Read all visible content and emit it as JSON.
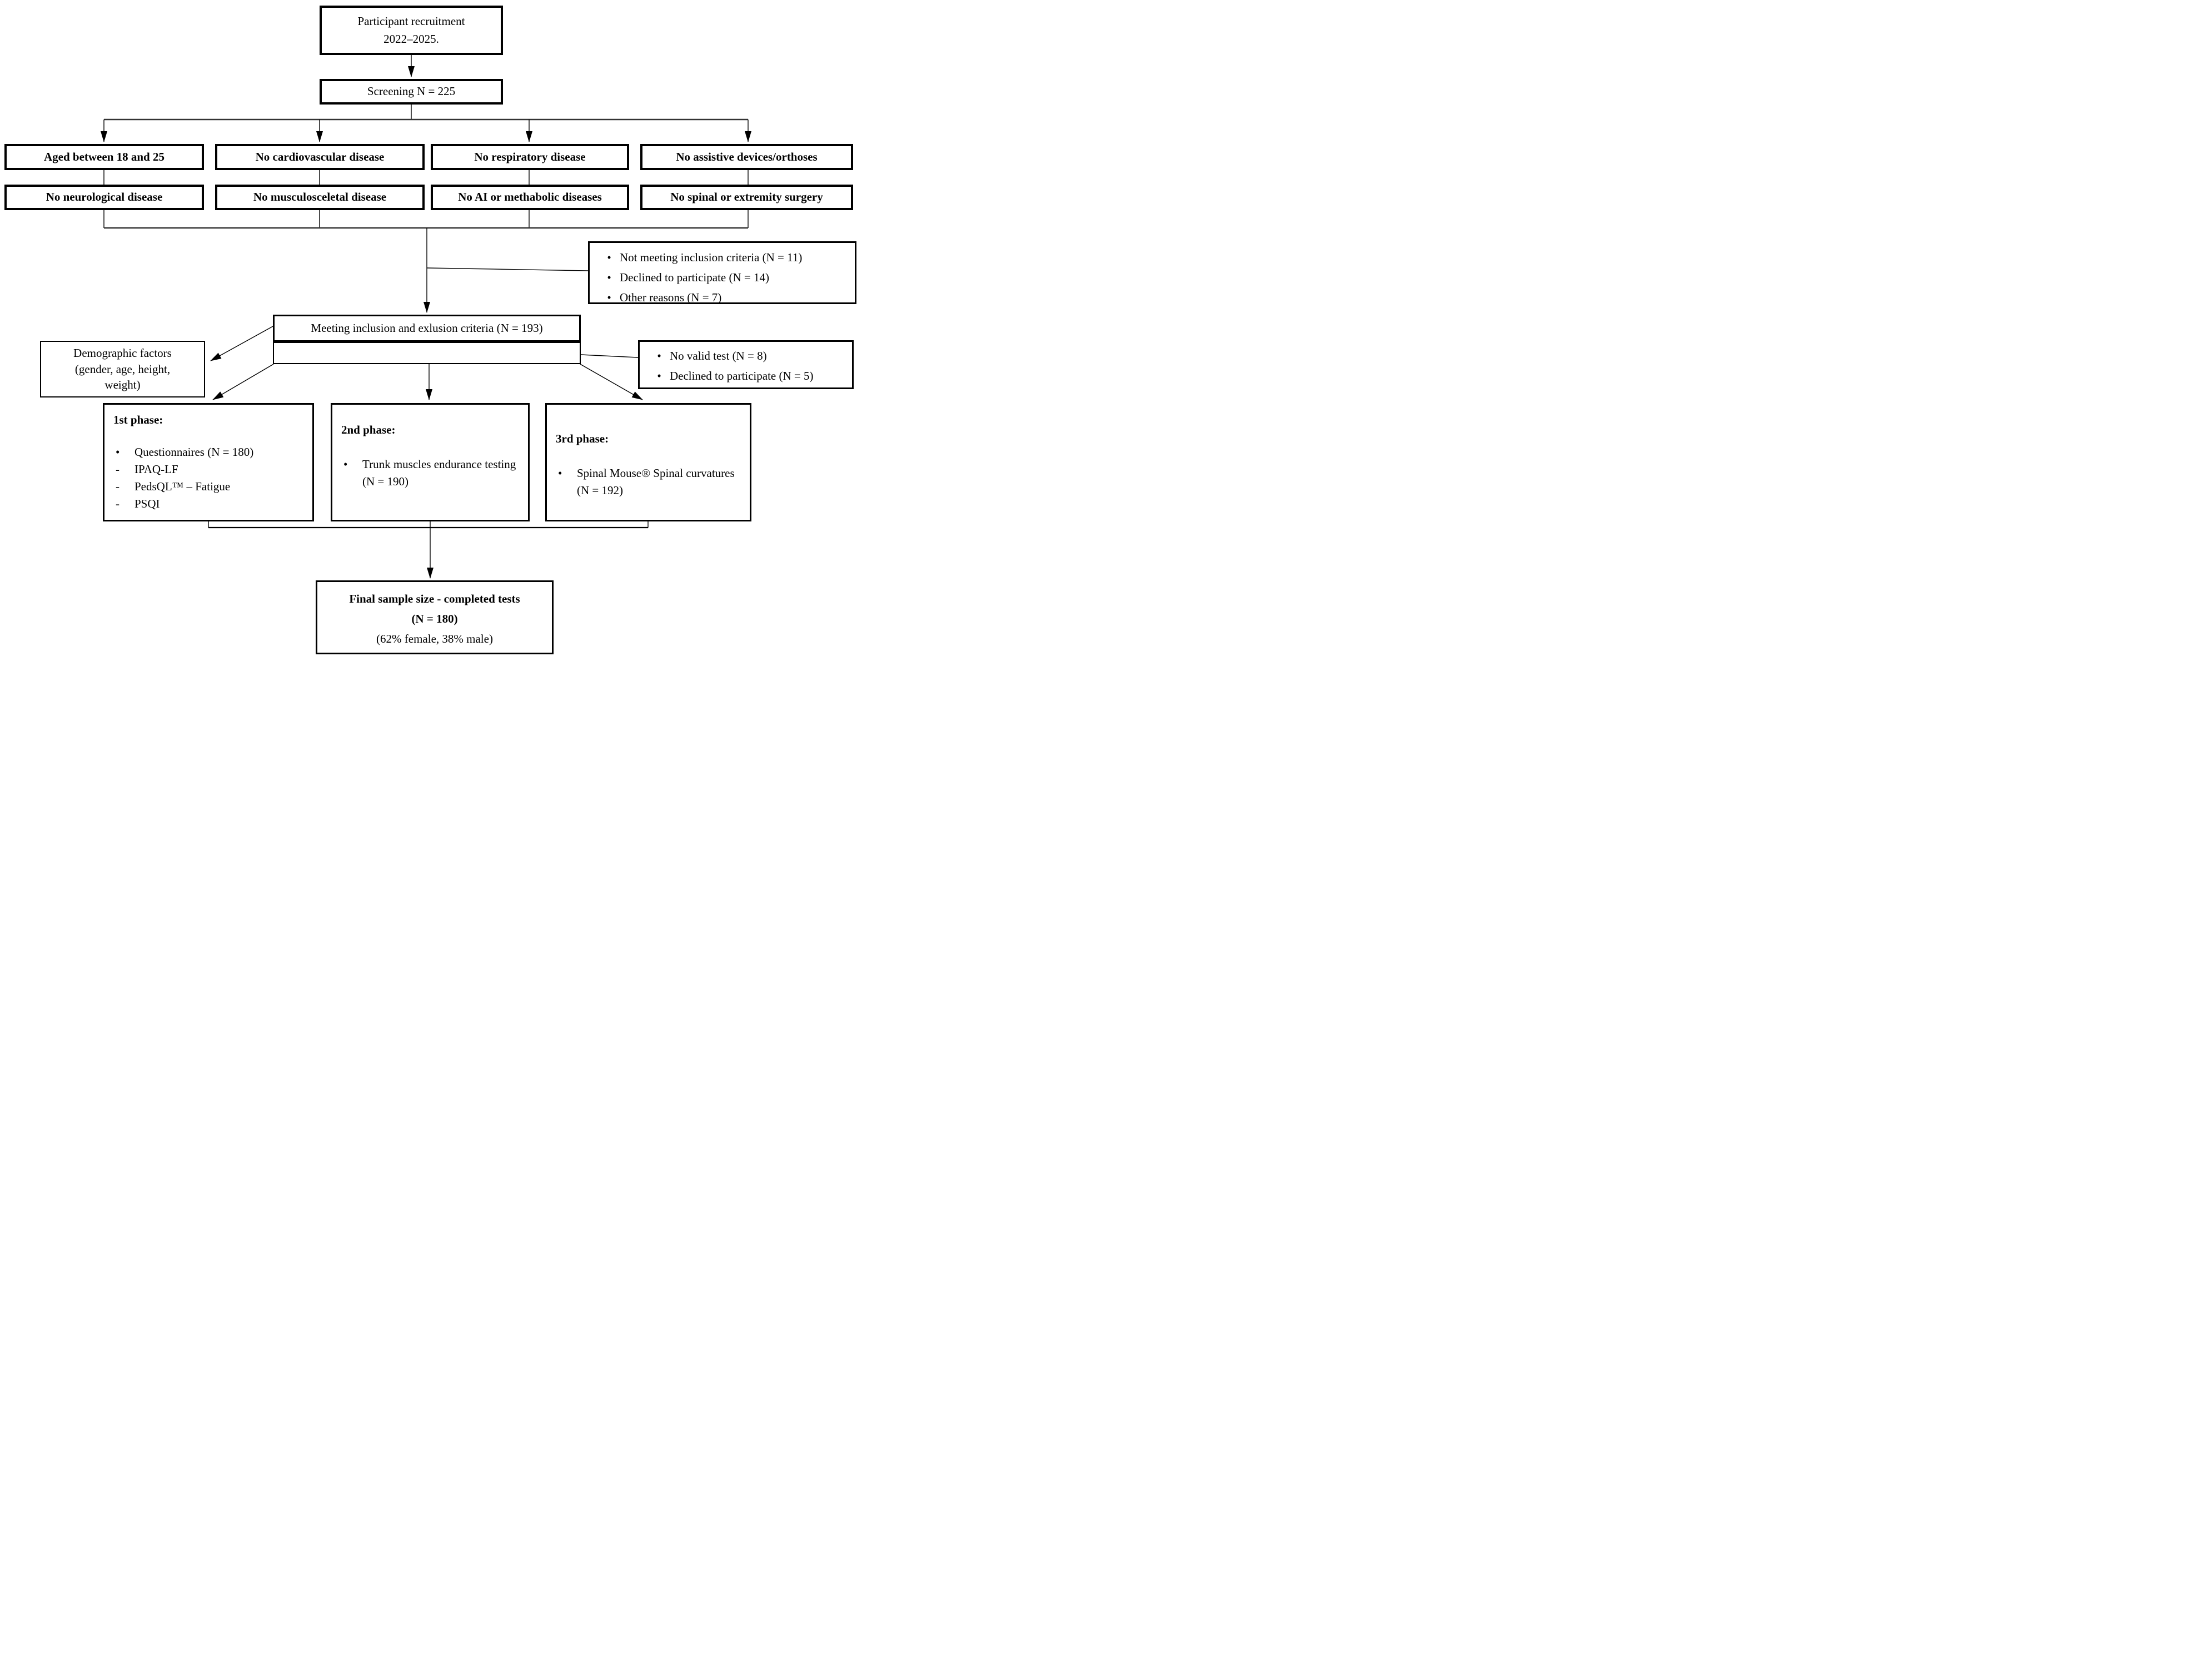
{
  "colors": {
    "line": "#000000",
    "background": "#ffffff",
    "box_border": "#000000"
  },
  "markers": {
    "bullet": "•",
    "dash": "-"
  },
  "nodes": {
    "recruitment": {
      "line1": "Participant recruitment",
      "line2": "2022–2025."
    },
    "screening": {
      "label": "Screening N = 225"
    },
    "criteria": [
      {
        "row1": "Aged between 18 and 25",
        "row2": "No neurological disease"
      },
      {
        "row1": "No cardiovascular disease",
        "row2": "No musculosceletal disease"
      },
      {
        "row1": "No respiratory disease",
        "row2": "No AI or methabolic diseases"
      },
      {
        "row1": "No assistive devices/orthoses",
        "row2": "No spinal  or extremity surgery"
      }
    ],
    "exclusion_screening": {
      "items": [
        {
          "marker": "•",
          "text": "Not meeting inclusion criteria (N = 11)"
        },
        {
          "marker": "•",
          "text": "Declined to participate (N = 14)"
        },
        {
          "marker": "•",
          "text": "Other reasons (N = 7)"
        }
      ]
    },
    "meeting": {
      "label": "Meeting inclusion and exlusion criteria (N = 193)"
    },
    "demographics": {
      "line1": "Demographic factors",
      "line2": "(gender, age, height,",
      "line3": "weight)"
    },
    "exclusion_testing": {
      "items": [
        {
          "marker": "•",
          "text": "No valid test (N = 8)"
        },
        {
          "marker": "•",
          "text": "Declined to participate (N = 5)"
        }
      ]
    },
    "phases": [
      {
        "title": "1st phase:",
        "rows": [
          {
            "marker": "•",
            "text": "Questionnaires (N = 180)"
          },
          {
            "marker": "-",
            "text": "IPAQ-LF"
          },
          {
            "marker": "-",
            "text": "PedsQL™ – Fatigue"
          },
          {
            "marker": "-",
            "text": "PSQI"
          }
        ]
      },
      {
        "title": "2nd phase:",
        "rows": [
          {
            "marker": "•",
            "text": "Trunk muscles endurance testing (N = 190)"
          }
        ]
      },
      {
        "title": "3rd phase:",
        "rows": [
          {
            "marker": "•",
            "text": "Spinal Mouse® Spinal curvatures (N = 192)"
          }
        ]
      }
    ],
    "final": {
      "line1": "Final sample size - completed tests",
      "line2": "(N = 180)",
      "line3": "(62% female, 38% male)"
    }
  }
}
